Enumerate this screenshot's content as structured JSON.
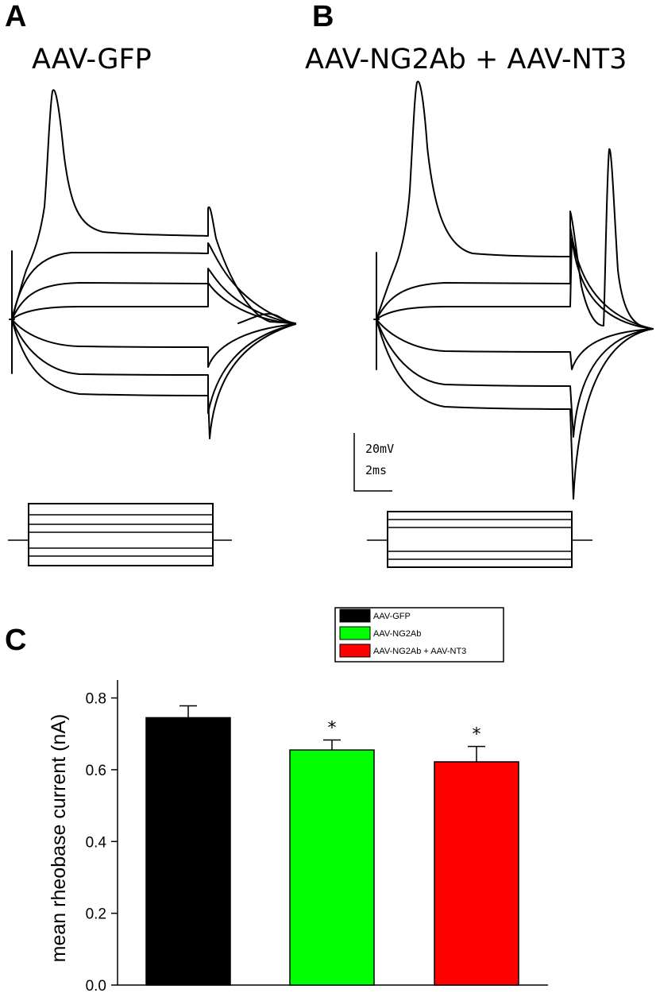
{
  "panel_a": {
    "letter": "A",
    "title": "AAV-GFP"
  },
  "panel_b": {
    "letter": "B",
    "title": "AAV-NG2Ab + AAV-NT3",
    "scale_bar": {
      "voltage_label": "20mV",
      "time_label": "2ms"
    }
  },
  "panel_c": {
    "letter": "C"
  },
  "chart_data": {
    "type": "bar",
    "categories": [
      "AAV-GFP",
      "AAV-NG2Ab",
      "AAV-NG2Ab + AAV-NT3"
    ],
    "values": [
      0.745,
      0.655,
      0.622
    ],
    "errors": [
      0.033,
      0.028,
      0.043
    ],
    "significance": [
      "",
      "*",
      "*"
    ],
    "colors": [
      "#000000",
      "#00ff00",
      "#ff0000"
    ],
    "title": "",
    "xlabel": "",
    "ylabel": "mean rheobase current (nA)",
    "ylim": [
      0,
      0.85
    ],
    "yticks": [
      "0.0",
      "0.2",
      "0.4",
      "0.6",
      "0.8"
    ],
    "legend": {
      "placement": "top",
      "entries": [
        "AAV-GFP",
        "AAV-NG2Ab",
        "AAV-NG2Ab + AAV-NT3"
      ]
    },
    "grid": false
  }
}
